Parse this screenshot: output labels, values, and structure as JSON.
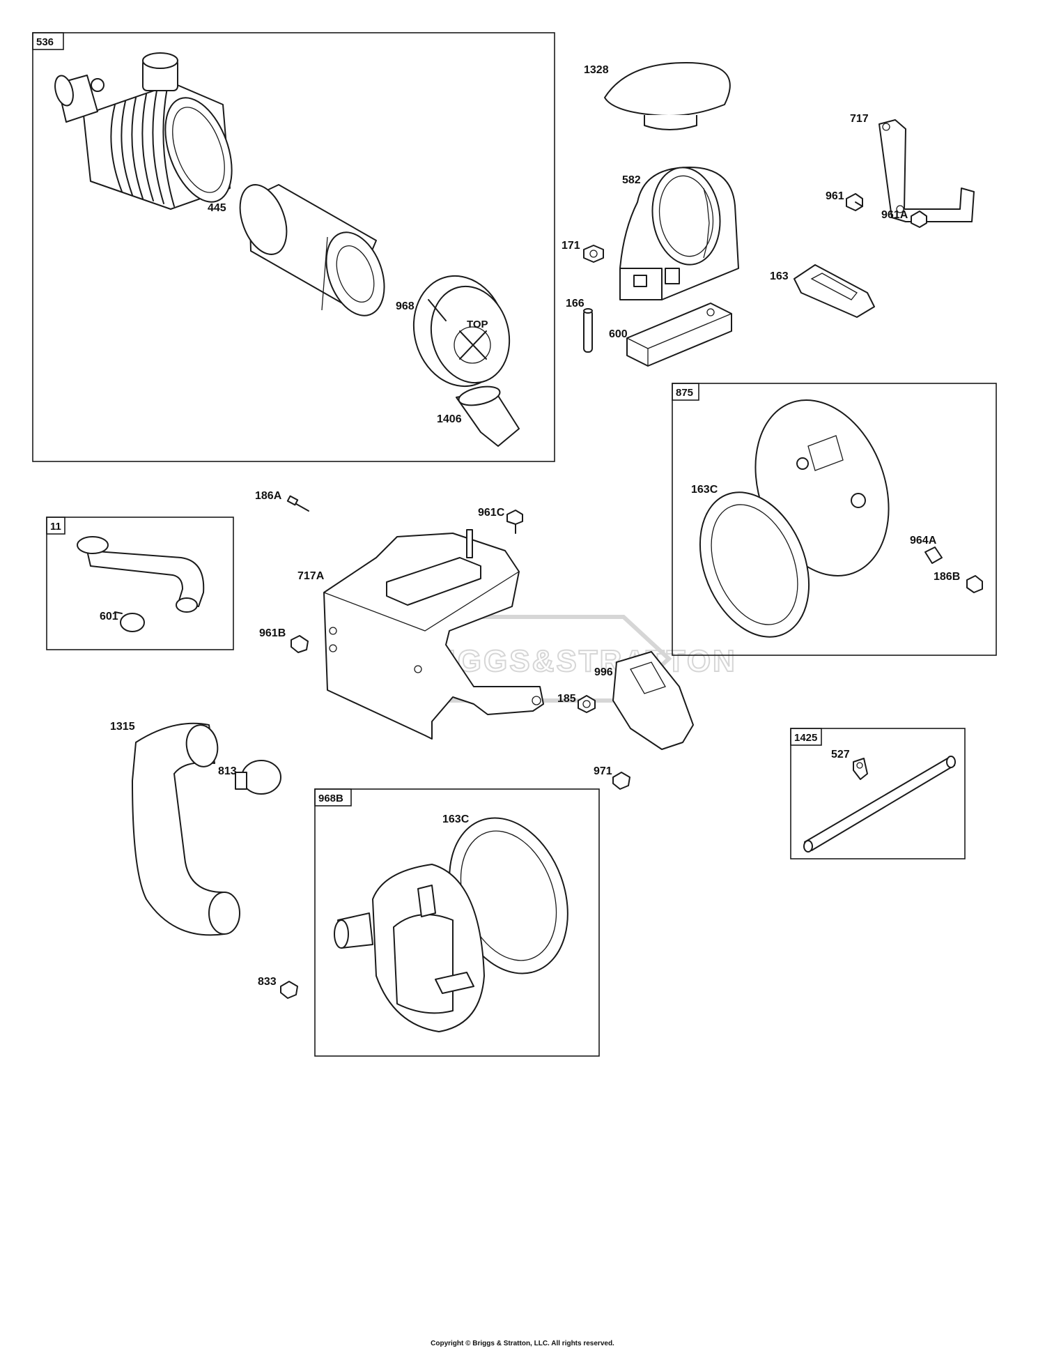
{
  "watermark": "BRIGGS&STRATTON",
  "copyright": "Copyright © Briggs & Stratton, LLC. All rights reserved.",
  "groups": [
    {
      "id": "536"
    },
    {
      "id": "875"
    },
    {
      "id": "11"
    },
    {
      "id": "968B"
    },
    {
      "id": "1425"
    }
  ],
  "labels": {
    "l445": "445",
    "l968": "968",
    "l1406": "1406",
    "l1328": "1328",
    "l717": "717",
    "l582": "582",
    "l171": "171",
    "l961": "961",
    "l961A": "961A",
    "l163": "163",
    "l166": "166",
    "l600": "600",
    "l163C_a": "163C",
    "l964A": "964A",
    "l186B": "186B",
    "l186A": "186A",
    "l961C": "961C",
    "l717A": "717A",
    "l601": "601",
    "l961B": "961B",
    "l996": "996",
    "l185": "185",
    "l1315": "1315",
    "l813": "813",
    "l971": "971",
    "l163C_b": "163C",
    "l527": "527",
    "l833": "833"
  }
}
